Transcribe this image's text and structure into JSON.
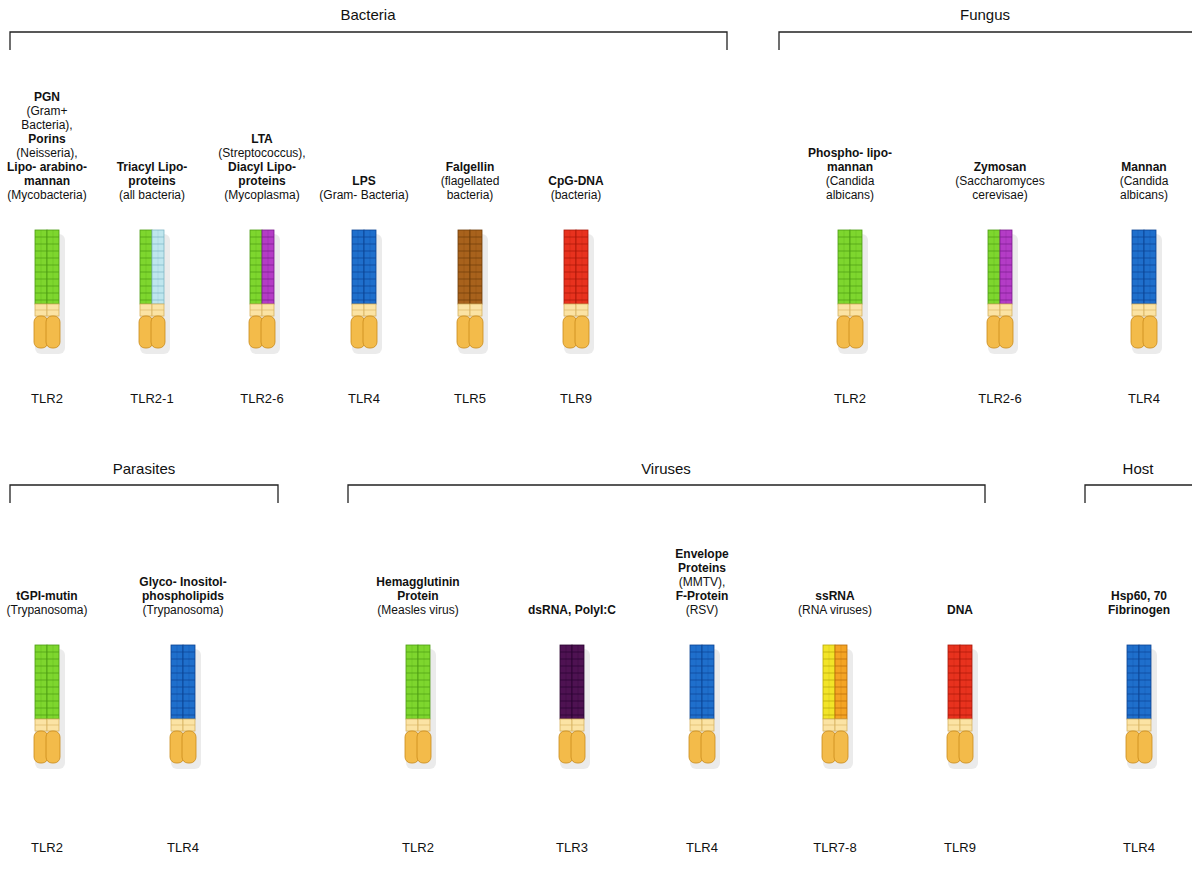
{
  "diagram": {
    "nodes": [
      {
        "text": [
          "PGN",
          "(Gram+ Bacteria),",
          "Porins",
          "(Neisseria),",
          "Lipo- arabino- mannan",
          "(Mycobacteria)",
          "TLR2"
        ]
      },
      {
        "text": [
          "Triacyl Lipo- proteins",
          "(all bacteria)",
          "TLR2-1"
        ]
      },
      {
        "text": [
          "LTA",
          "(Streptococcus),",
          "Diacyl Lipo- proteins",
          "(Mycoplasma)",
          "TLR2-6"
        ]
      },
      {
        "text": [
          "LPS",
          "(Gram- Bacteria)",
          "TLR4"
        ]
      },
      {
        "text": [
          "Falgellin",
          "(flagellated bacteria)",
          "TLR5"
        ]
      },
      {
        "text": [
          "CpG-DNA",
          "(bacteria)",
          "TLR9"
        ]
      },
      {
        "text": [
          "Phospho- lipo- mannan",
          "(Candida albicans)",
          "TLR2"
        ]
      },
      {
        "text": [
          "Zymosan",
          "(Saccharomyces cerevisae)",
          "TLR2-6"
        ]
      },
      {
        "text": [
          "Mannan",
          "(Candida albicans)",
          "TLR4"
        ]
      },
      {
        "text": [
          "tGPI-mutin",
          "(Trypanosoma)",
          "TLR2"
        ]
      },
      {
        "text": [
          "Glyco- Inositol- phospholipids",
          "(Trypanosoma)",
          "TLR4"
        ]
      },
      {
        "text": [
          "Hemagglutinin Protein",
          "(Measles virus)",
          "TLR2"
        ]
      },
      {
        "text": [
          "dsRNA, PolyI:C",
          "TLR3"
        ]
      },
      {
        "text": [
          "Envelope Proteins",
          "(MMTV),",
          "F-Protein",
          "(RSV)",
          "TLR4"
        ]
      },
      {
        "text": [
          "ssRNA",
          "(RNA viruses)",
          "TLR7-8"
        ]
      },
      {
        "text": [
          "DNA",
          "TLR9"
        ]
      },
      {
        "text": [
          "Hsp60, 70 Fibrinogen",
          "TLR4"
        ]
      }
    ],
    "labels": [
      "Bacteria",
      "Fungus",
      "Parasites",
      "Viruses",
      "Host"
    ]
  }
}
